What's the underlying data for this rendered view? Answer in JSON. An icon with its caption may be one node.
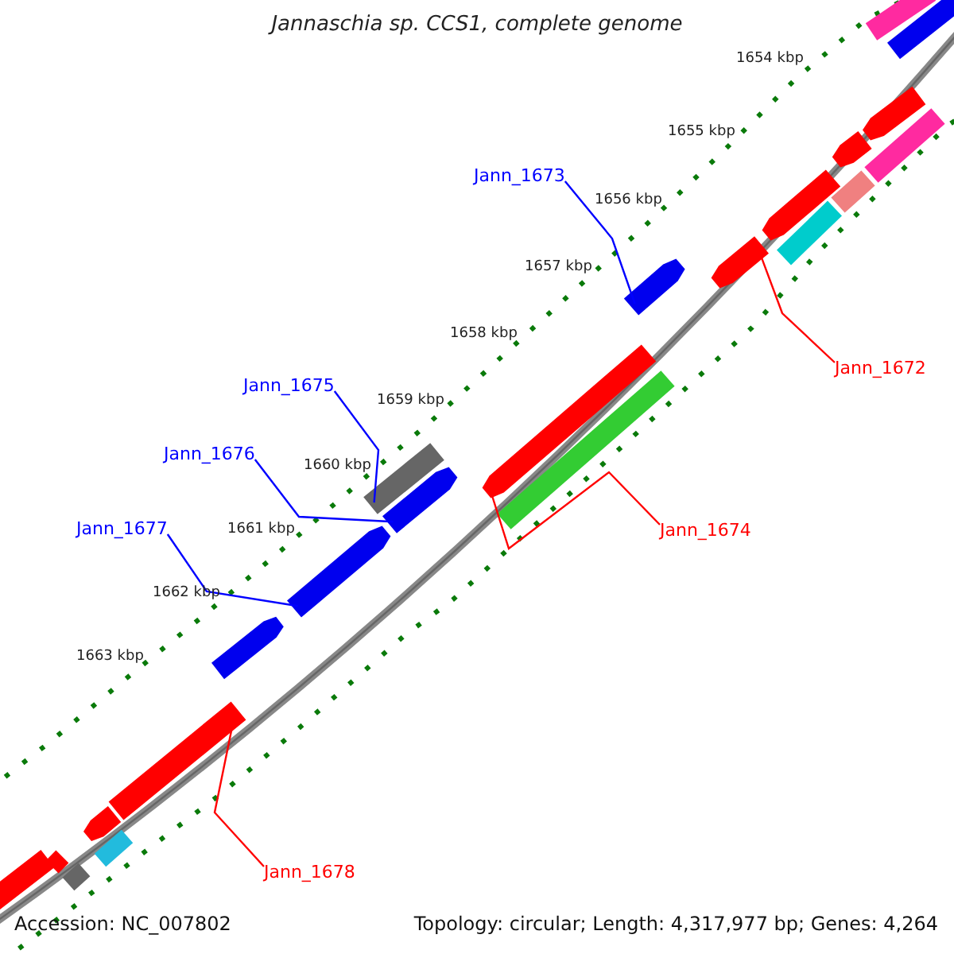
{
  "diagram": {
    "title": "Jannaschia sp. CCS1, complete genome",
    "nodes": [
      {
        "text": [
          "Jann_1673"
        ]
      },
      {
        "text": [],
        "shape": "pentagon"
      },
      {
        "text": [
          "Jann_1672"
        ]
      },
      {
        "text": [],
        "shape": "pentagon"
      },
      {
        "text": [
          "Jann_1675"
        ]
      },
      {
        "text": [],
        "shape": "bar"
      },
      {
        "text": [
          "Jann_1676"
        ]
      },
      {
        "text": [],
        "shape": "pentagon"
      },
      {
        "text": [
          "Jann_1677"
        ]
      },
      {
        "text": [],
        "shape": "pentagon"
      },
      {
        "text": [
          "Jann_1674"
        ]
      },
      {
        "text": [],
        "shape": "pentagon"
      },
      {
        "text": [
          "Jann_1678"
        ]
      },
      {
        "text": [],
        "shape": "bar"
      },
      {
        "text": [],
        "shape": "bar"
      },
      {
        "text": [],
        "shape": "bar"
      },
      {
        "text": [],
        "shape": "pentagon"
      },
      {
        "text": [],
        "shape": "pentagon"
      },
      {
        "text": [],
        "shape": "bar"
      },
      {
        "text": [],
        "shape": "bar"
      },
      {
        "text": [],
        "shape": "pentagon"
      },
      {
        "text": [],
        "shape": "bar"
      },
      {
        "text": [],
        "shape": "bar"
      },
      {
        "text": [],
        "shape": "pentagon"
      },
      {
        "text": [],
        "shape": "pentagon"
      },
      {
        "text": [],
        "shape": "bar"
      },
      {
        "text": [],
        "shape": "bar"
      },
      {
        "text": [],
        "shape": "bar"
      },
      {
        "text": [],
        "shape": "bar"
      }
    ],
    "edges": [
      {
        "from": 0,
        "to": 1,
        "arrow": "none"
      },
      {
        "from": 2,
        "to": 3,
        "arrow": "none",
        "color": "#ff0000"
      },
      {
        "from": 4,
        "to": 5,
        "arrow": "none"
      },
      {
        "from": 6,
        "to": 7,
        "arrow": "none"
      },
      {
        "from": 8,
        "to": 9,
        "arrow": "none"
      },
      {
        "from": 10,
        "to": 11,
        "arrow": "none",
        "color": "#ff0000"
      },
      {
        "from": 12,
        "to": 13,
        "arrow": "none",
        "color": "#ff0000"
      }
    ],
    "labels": [
      "1654 kbp",
      "1655 kbp",
      "1656 kbp",
      "1657 kbp",
      "1658 kbp",
      "1659 kbp",
      "1660 kbp",
      "1661 kbp",
      "1662 kbp",
      "1663 kbp",
      "Accession: NC_007802",
      "Topology: circular; Length: 4,317,977 bp; Genes: 4,264"
    ]
  }
}
